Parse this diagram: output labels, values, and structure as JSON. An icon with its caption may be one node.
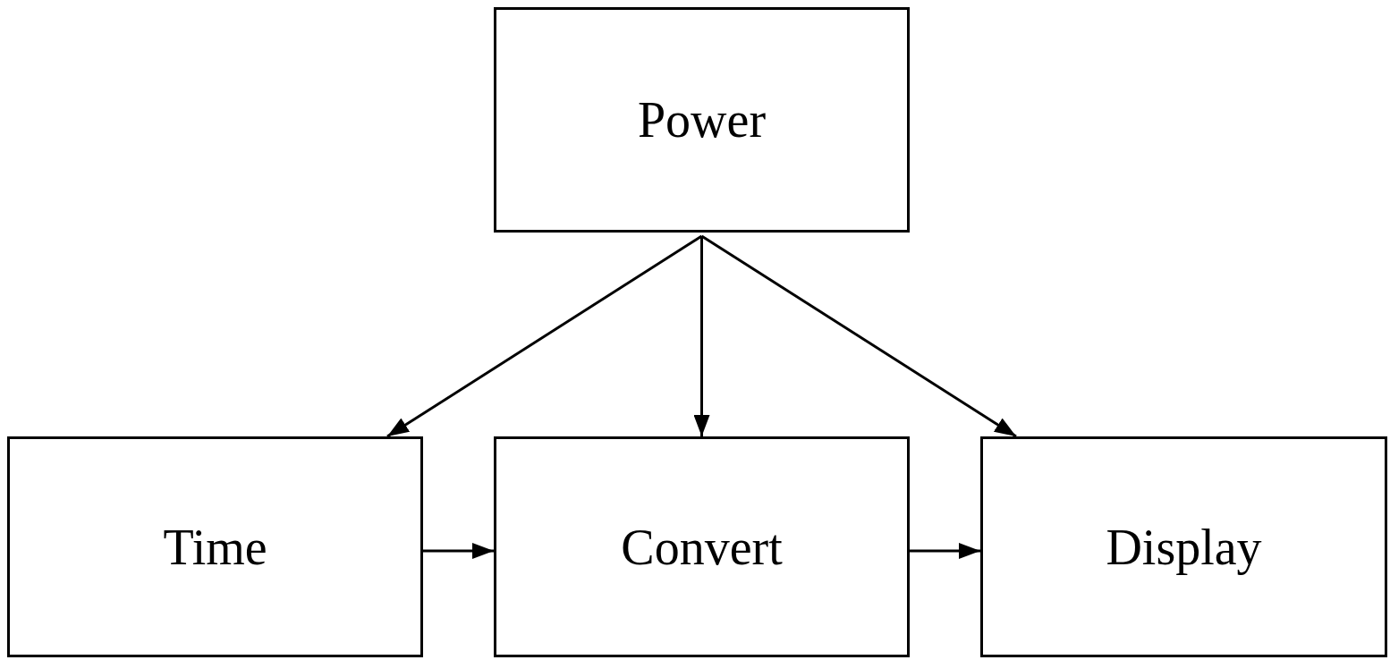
{
  "diagram": {
    "nodes": [
      {
        "text": [
          "Power"
        ]
      },
      {
        "text": [
          "Time"
        ]
      },
      {
        "text": [
          "Convert"
        ]
      },
      {
        "text": [
          "Display"
        ]
      }
    ],
    "edges": [
      {
        "from": 0,
        "to": 1,
        "arrow": "to"
      },
      {
        "from": 0,
        "to": 2,
        "arrow": "to"
      },
      {
        "from": 0,
        "to": 3,
        "arrow": "to"
      },
      {
        "from": 1,
        "to": 2,
        "arrow": "to"
      },
      {
        "from": 2,
        "to": 3,
        "arrow": "to"
      }
    ]
  }
}
